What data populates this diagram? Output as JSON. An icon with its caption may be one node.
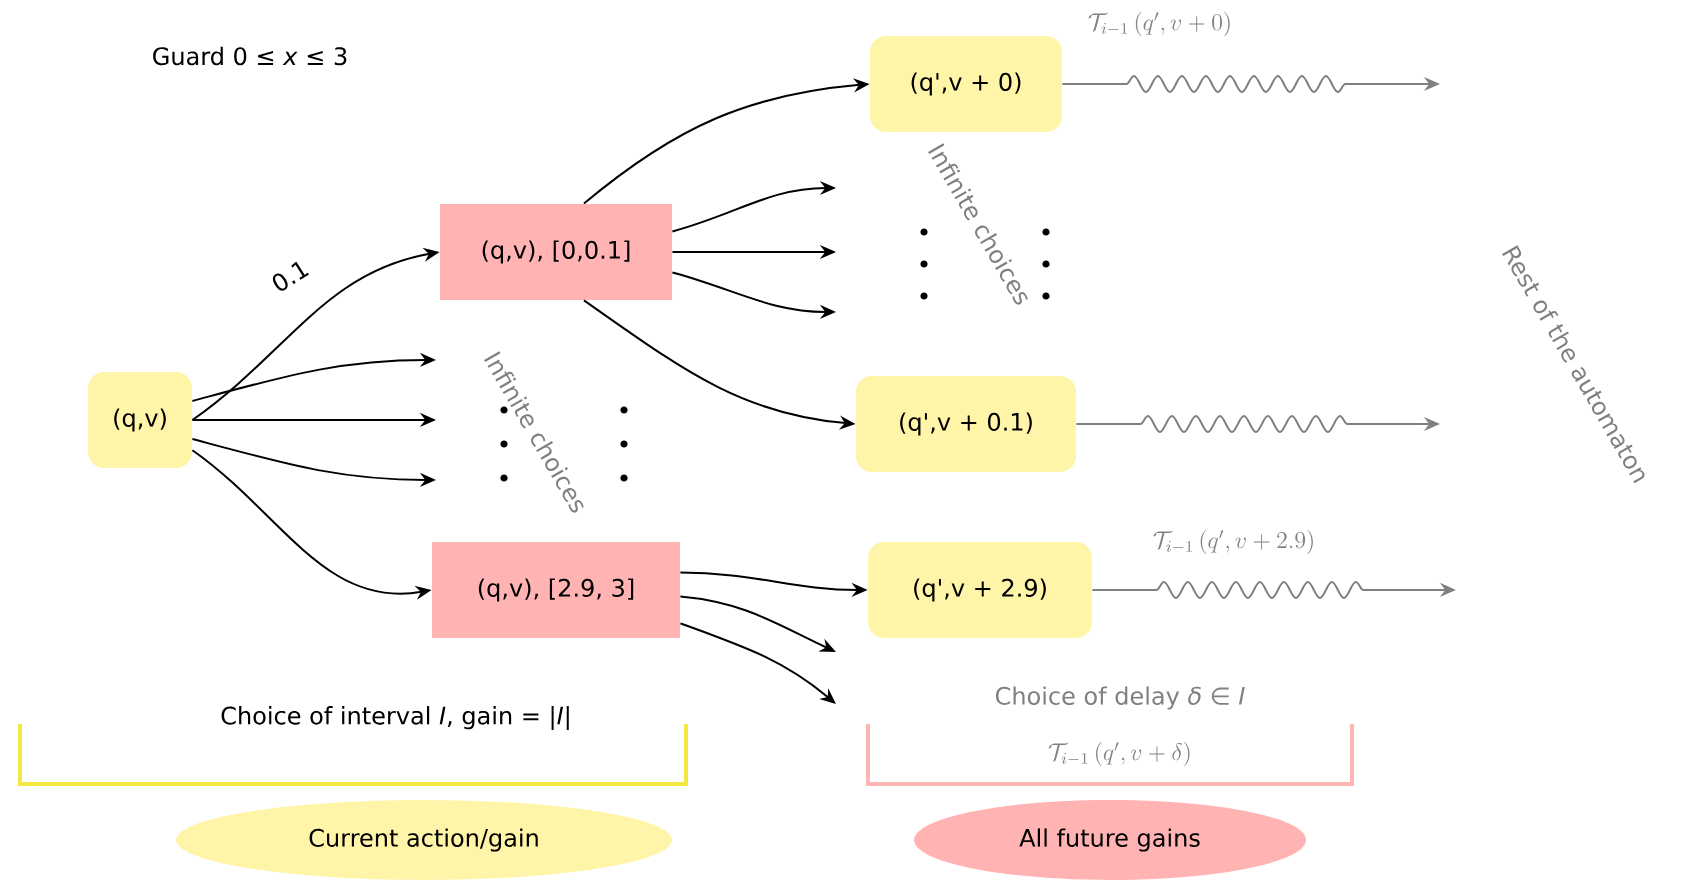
{
  "diagram": {
    "nodes": [
      {
        "text": [
          "(q,v)"
        ]
      },
      {
        "text": [
          "(q,v), [0,0.1]"
        ]
      },
      {
        "text": [
          "(q,v), [2.9, 3]"
        ]
      },
      {
        "text": [
          "(q',v + 0)"
        ]
      },
      {
        "text": [
          "(q',v + 0.1)"
        ]
      },
      {
        "text": [
          "(q',v + 2.9)"
        ]
      },
      {
        "text": [
          "Current action/gain"
        ]
      },
      {
        "text": [
          "All future gains"
        ]
      }
    ],
    "edges": [
      {
        "from": 0,
        "to": 1,
        "arrow": "to",
        "label": "0.1"
      },
      {
        "from": 0,
        "to": null,
        "arrow": "to"
      },
      {
        "from": 0,
        "to": null,
        "arrow": "to"
      },
      {
        "from": 0,
        "to": null,
        "arrow": "to"
      },
      {
        "from": 0,
        "to": 2,
        "arrow": "to"
      },
      {
        "from": 1,
        "to": 3,
        "arrow": "to"
      },
      {
        "from": 1,
        "to": null,
        "arrow": "to"
      },
      {
        "from": 1,
        "to": null,
        "arrow": "to"
      },
      {
        "from": 1,
        "to": null,
        "arrow": "to"
      },
      {
        "from": 1,
        "to": 4,
        "arrow": "to"
      },
      {
        "from": 2,
        "to": 5,
        "arrow": "to"
      },
      {
        "from": 2,
        "to": null,
        "arrow": "to"
      },
      {
        "from": 2,
        "to": null,
        "arrow": "to"
      },
      {
        "from": 3,
        "to": null,
        "arrow": "to",
        "color": "#808080",
        "label": "\\mathcal{T}_{i-1}\\,(q', v+0)"
      },
      {
        "from": 4,
        "to": null,
        "arrow": "to",
        "color": "#808080"
      },
      {
        "from": 5,
        "to": null,
        "arrow": "to",
        "color": "#808080",
        "label": "\\mathcal{T}_{i-1}\\,(q', v+2.9)"
      }
    ],
    "labels": [
      "Guard 0 ≤ *x* ≤ 3",
      "Infinite choices",
      "Rest of the automaton",
      "Infinite choices",
      "Choice of interval *I*, gain = |*I*|",
      "Choice of delay *δ* ∈ *I*",
      "\\mathcal{T}_{i-1}\\,(q', v+\\delta)"
    ]
  }
}
